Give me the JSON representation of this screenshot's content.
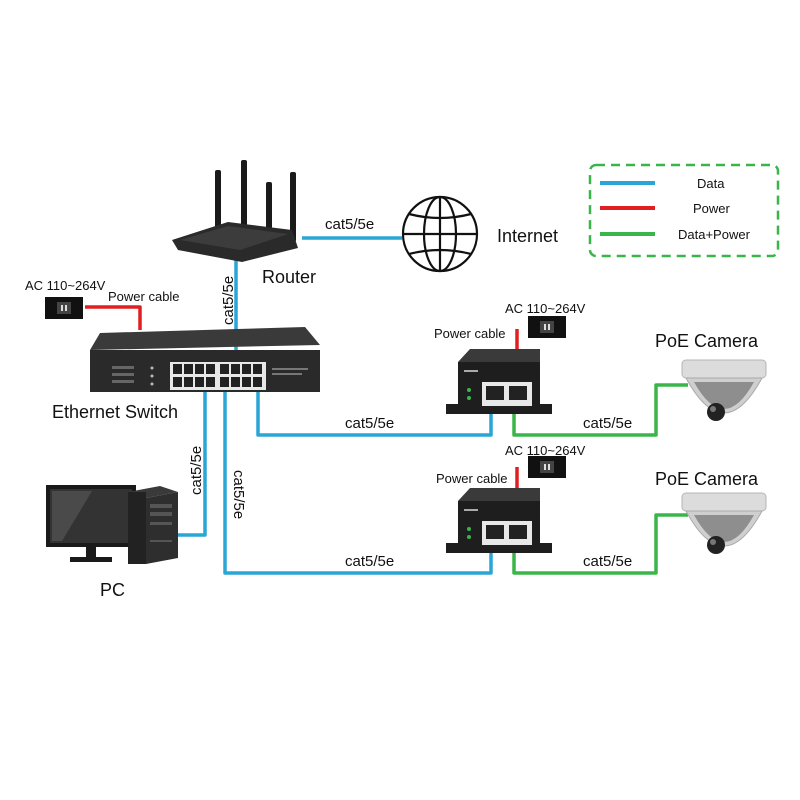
{
  "colors": {
    "data": "#2aa6d6",
    "power": "#e02020",
    "data_power": "#3ab54a",
    "legend_border": "#3ab54a",
    "device_dark": "#2a2a2a"
  },
  "legend": {
    "items": [
      {
        "label": "Data",
        "color_key": "data"
      },
      {
        "label": "Power",
        "color_key": "power"
      },
      {
        "label": "Data+Power",
        "color_key": "data_power"
      }
    ]
  },
  "devices": {
    "router": "Router",
    "internet": "Internet",
    "switch": "Ethernet Switch",
    "pc": "PC",
    "camera1": "PoE Camera",
    "camera2": "PoE Camera"
  },
  "power_sources": {
    "switch": {
      "voltage": "AC 110~264V",
      "cable": "Power cable"
    },
    "injector1": {
      "voltage": "AC 110~264V",
      "cable": "Power cable"
    },
    "injector2": {
      "voltage": "AC 110~264V",
      "cable": "Power cable"
    }
  },
  "cable_labels": {
    "router_internet": "cat5/5e",
    "router_switch": "cat5/5e",
    "switch_pc": "cat5/5e",
    "switch_injector2_vertical": "cat5/5e",
    "switch_injector1": "cat5/5e",
    "injector1_camera": "cat5/5e",
    "switch_injector2": "cat5/5e",
    "injector2_camera": "cat5/5e"
  }
}
